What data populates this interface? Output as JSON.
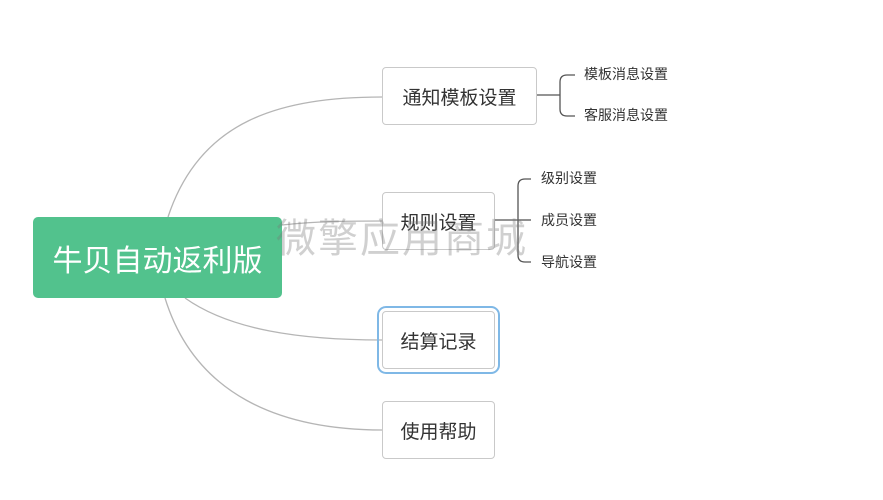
{
  "root": {
    "label": "牛贝自动返利版"
  },
  "branches": [
    {
      "label": "通知模板设置",
      "children": [
        "模板消息设置",
        "客服消息设置"
      ]
    },
    {
      "label": "规则设置",
      "children": [
        "级别设置",
        "成员设置",
        "导航设置"
      ]
    },
    {
      "label": "结算记录",
      "children": []
    },
    {
      "label": "使用帮助",
      "children": []
    }
  ],
  "watermark": "微擎应用商城",
  "colors": {
    "root_bg": "#52c28d",
    "line": "#b5b5b5",
    "selected_outline": "#7fb8e6"
  }
}
